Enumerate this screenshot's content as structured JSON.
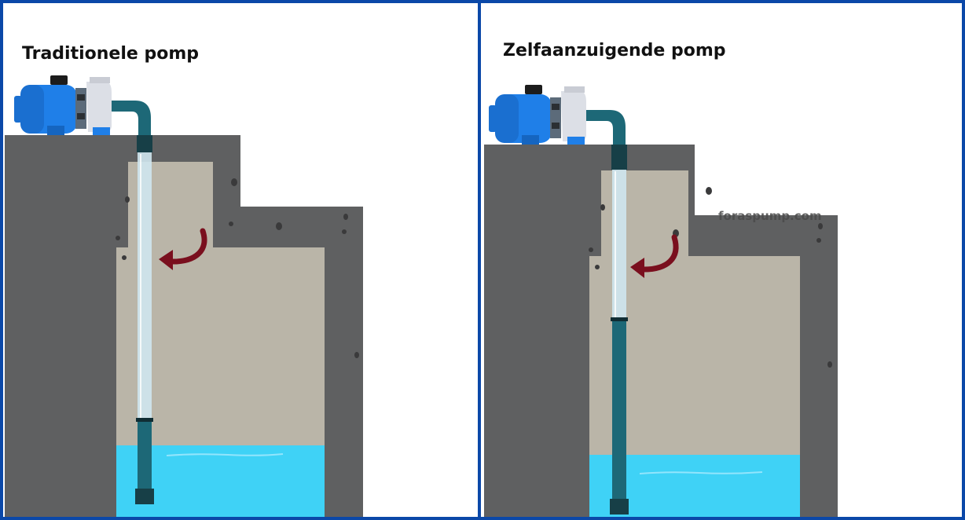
{
  "colors": {
    "border": "#0b48a8",
    "concrete": "#5f6061",
    "soil": "#bab5a8",
    "water": "#3fd2f6",
    "motor": "#1f7fe8",
    "pipe": "#1d6877",
    "pipe_empty": "#cfe6ee",
    "arrow": "#7a0f1e"
  },
  "left_panel": {
    "title": "Traditionele pomp",
    "pipe_water_fill_fraction": 0.25
  },
  "right_panel": {
    "title": "Zelfaanzuigende pomp",
    "watermark": "foraspump.com",
    "pipe_water_fill_fraction": 0.55
  },
  "icons": {
    "pump": "pump-icon",
    "flow_arrow": "curved-arrow-icon"
  }
}
